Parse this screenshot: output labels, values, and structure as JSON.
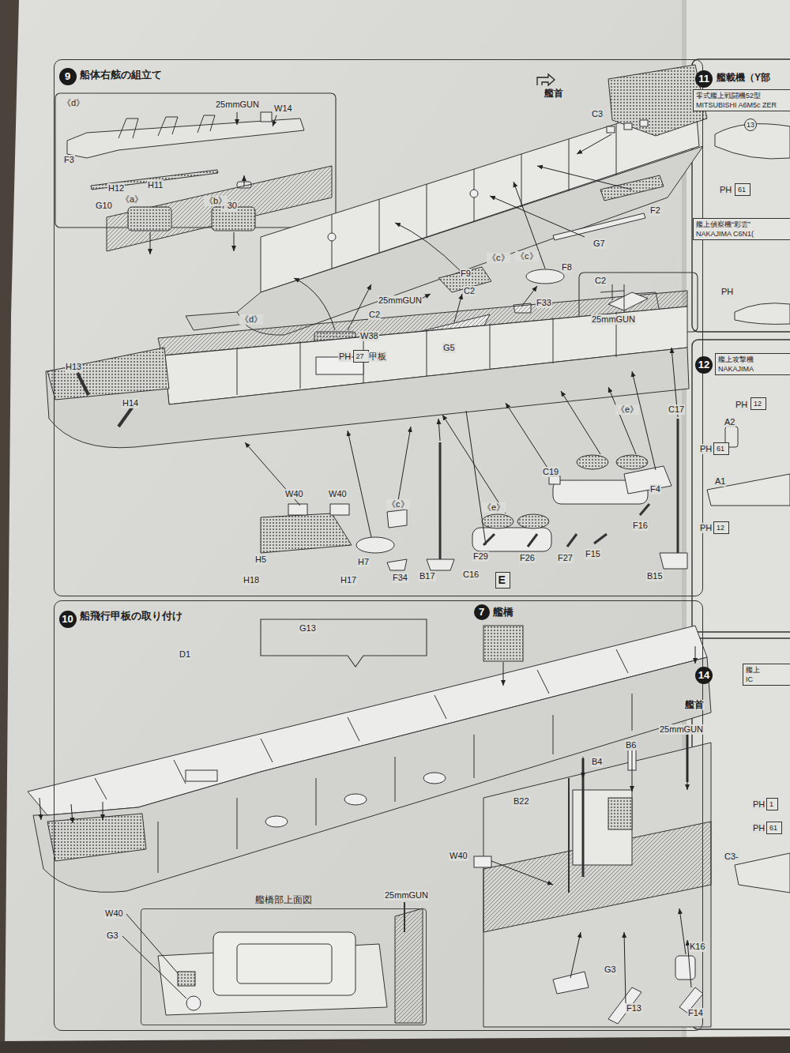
{
  "diagram": {
    "nodes": [
      {
        "text": [
          "船体右舷の組立て"
        ]
      },
      {
        "text": [
          "9"
        ],
        "in": 0
      },
      {
        "text": [
          "E"
        ],
        "in": 0
      },
      {
        "text": [
          "27"
        ],
        "in": 0
      },
      {
        "text": [
          "船飛行甲板の取り付け"
        ]
      },
      {
        "text": [
          "10"
        ],
        "in": 4
      },
      {
        "text": [
          "7",
          "艦橋"
        ],
        "in": 4
      },
      {
        "text": [
          "艦橋部上面図"
        ],
        "in": 4
      },
      {
        "text": [
          "11"
        ]
      },
      {
        "text": [
          "零式艦上戦闘機52型",
          "MITSUBISHI A6M5c ZER"
        ]
      },
      {
        "text": [
          "13"
        ]
      },
      {
        "text": [
          "61"
        ]
      },
      {
        "text": [
          "艦上偵察機“彩雲”",
          "NAKAJIMA C6N1("
        ]
      },
      {
        "text": [
          "12"
        ]
      },
      {
        "text": [
          "艦上攻撃機",
          "NAKAJIMA"
        ]
      },
      {
        "text": [
          "12"
        ]
      },
      {
        "text": [
          "61"
        ]
      },
      {
        "text": [
          "12"
        ]
      },
      {
        "text": [
          "14"
        ]
      },
      {
        "text": [
          "艦上",
          "IC"
        ]
      },
      {
        "text": [
          "1"
        ]
      },
      {
        "text": [
          "61"
        ]
      }
    ],
    "labels": [
      "《d》",
      "F3",
      "H12",
      "H11",
      "G10",
      "25mmGUN",
      "W14",
      "F30",
      "艦首",
      "C3",
      "《a》",
      "《b》",
      "《c》",
      "F8",
      "《c》",
      "F9",
      "G7",
      "F2",
      "F33",
      "C2",
      "25mmGUN",
      "C2",
      "G5",
      "C2",
      "25mmGUN",
      "《d》",
      "W38",
      "PH",
      "甲板",
      "H13",
      "H14",
      "W40",
      "W40",
      "《c》",
      "H5",
      "H7",
      "H18",
      "H17",
      "F34",
      "B17",
      "C16",
      "C19",
      "《e》",
      "《e》",
      "C17",
      "F4",
      "F16",
      "F15",
      "F27",
      "F26",
      "F29",
      "B15",
      "G13",
      "D1",
      "艦首",
      "25mmGUN",
      "B6",
      "B4",
      "B22",
      "W40",
      "G3",
      "K16",
      "F13",
      "F14",
      "25mmGUN",
      "W40",
      "G3",
      "艦載機（Y部",
      "PH",
      "PH",
      "PH",
      "A2",
      "PH",
      "A1",
      "PH",
      "PH",
      "PH",
      "C3-"
    ]
  }
}
